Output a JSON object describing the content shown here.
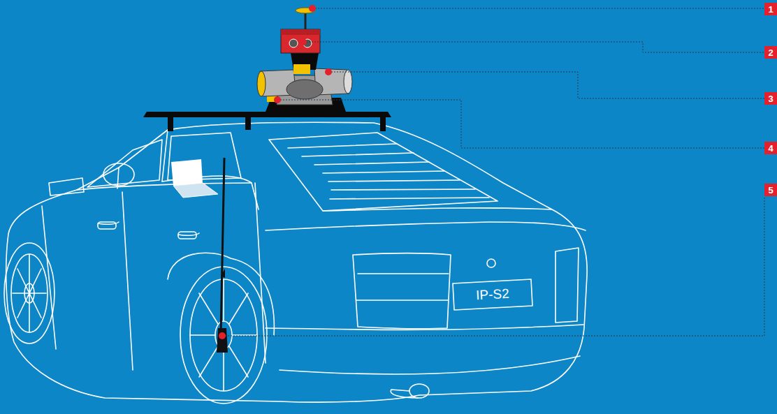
{
  "diagram": {
    "labels": [
      "1",
      "2",
      "3",
      "4",
      "5",
      "IP-S2"
    ]
  }
}
